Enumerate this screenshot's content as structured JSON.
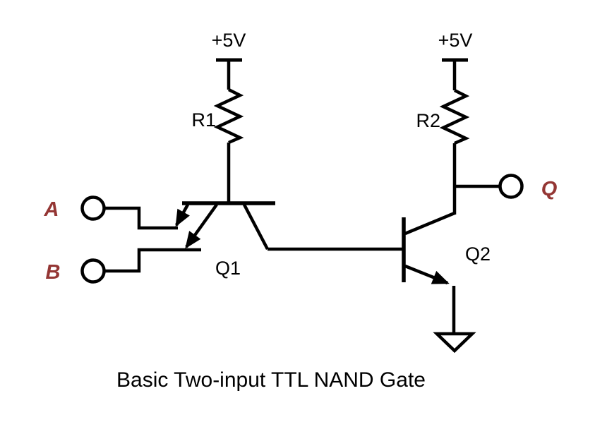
{
  "diagram": {
    "caption": "Basic Two-input TTL NAND Gate",
    "power": {
      "left_label": "+5V",
      "right_label": "+5V"
    },
    "resistors": {
      "r1_label": "R1",
      "r2_label": "R2"
    },
    "transistors": {
      "q1_label": "Q1",
      "q2_label": "Q2"
    },
    "terminals": {
      "input_a_label": "A",
      "input_b_label": "B",
      "output_label": "Q"
    },
    "colors": {
      "wire": "#000000",
      "terminal_text": "#943634",
      "background": "#ffffff"
    }
  }
}
